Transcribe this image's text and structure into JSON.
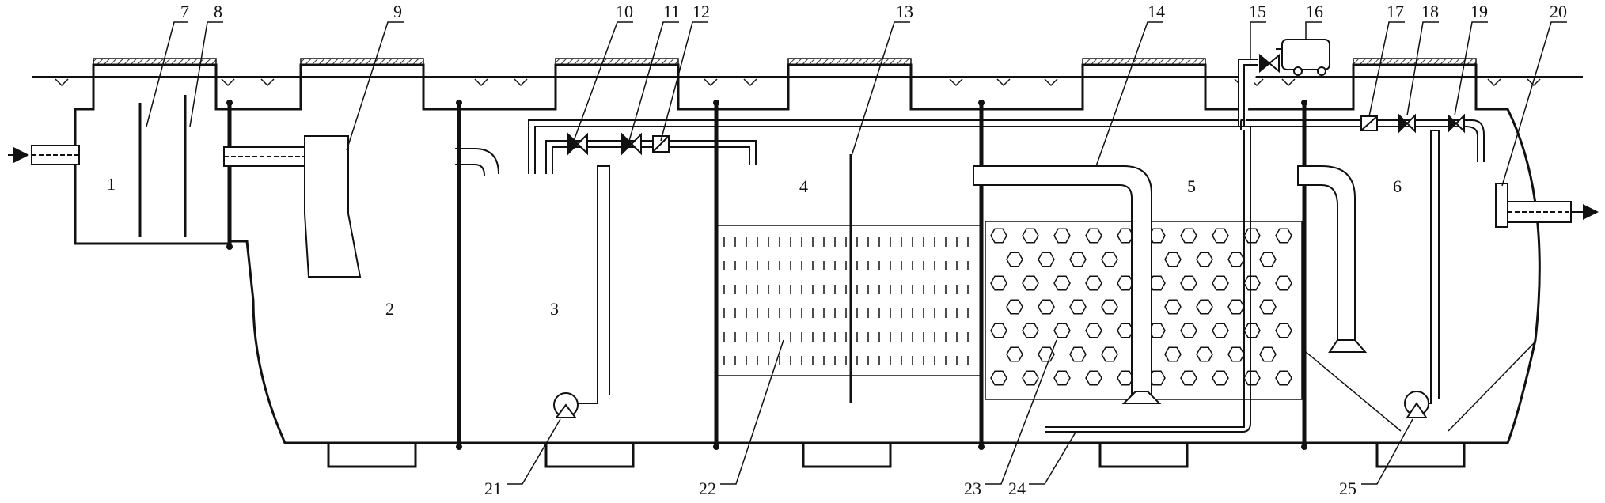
{
  "diagram": {
    "chamber_labels": [
      "1",
      "2",
      "3",
      "4",
      "5",
      "6"
    ],
    "callout_labels": [
      "7",
      "8",
      "9",
      "10",
      "11",
      "12",
      "13",
      "14",
      "15",
      "16",
      "17",
      "18",
      "19",
      "20",
      "21",
      "22",
      "23",
      "24",
      "25"
    ]
  },
  "colors": {
    "line": "#111111",
    "fill": "#ffffff",
    "hatch": "#333333"
  }
}
